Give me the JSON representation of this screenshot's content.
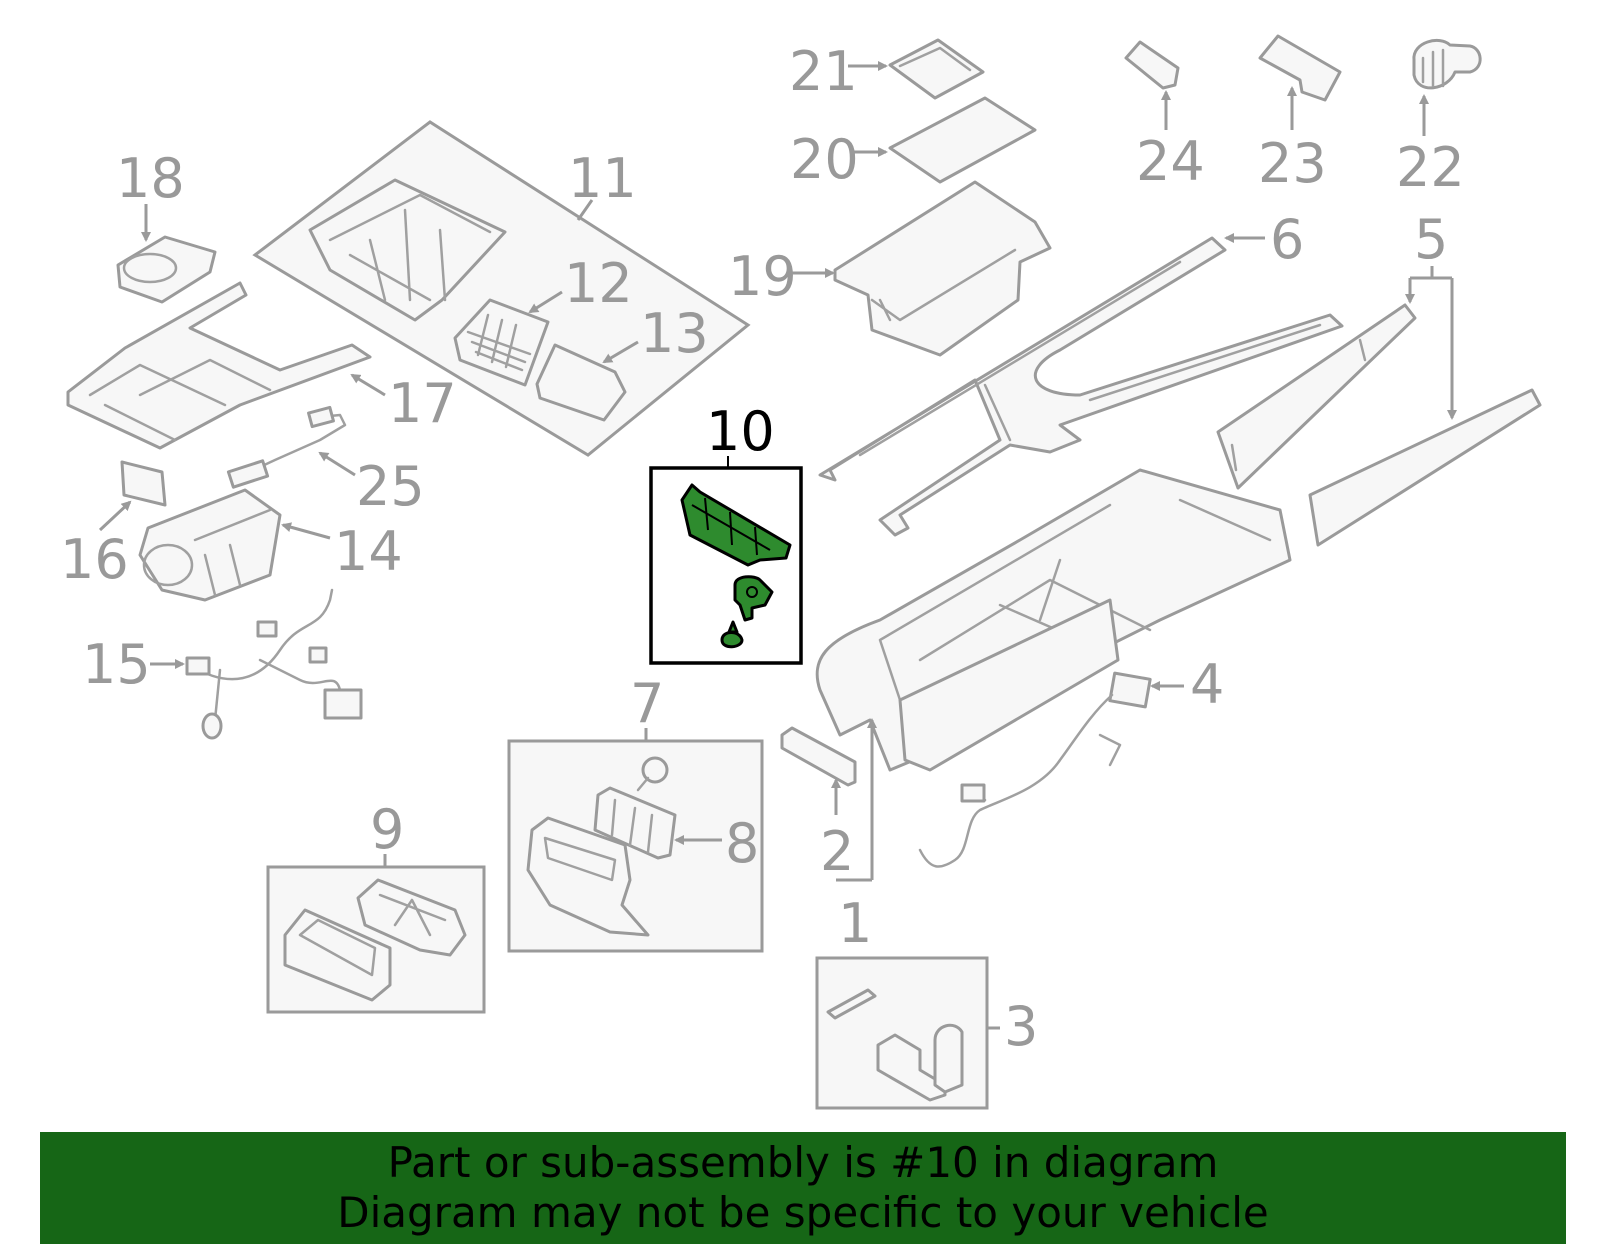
{
  "callouts": {
    "c1": "1",
    "c2": "2",
    "c3": "3",
    "c4": "4",
    "c5": "5",
    "c6": "6",
    "c7": "7",
    "c8": "8",
    "c9": "9",
    "c10": "10",
    "c11": "11",
    "c12": "12",
    "c13": "13",
    "c14": "14",
    "c15": "15",
    "c16": "16",
    "c17": "17",
    "c18": "18",
    "c19": "19",
    "c20": "20",
    "c21": "21",
    "c22": "22",
    "c23": "23",
    "c24": "24",
    "c25": "25"
  },
  "highlighted_part": "10",
  "banner": {
    "line1": "Part or sub-assembly is #10 in diagram",
    "line2": "Diagram may not be specific to your vehicle"
  },
  "colors": {
    "highlight_fill": "#2e8b2e",
    "banner_bg": "#166616",
    "linework": "#9a9a9a"
  }
}
